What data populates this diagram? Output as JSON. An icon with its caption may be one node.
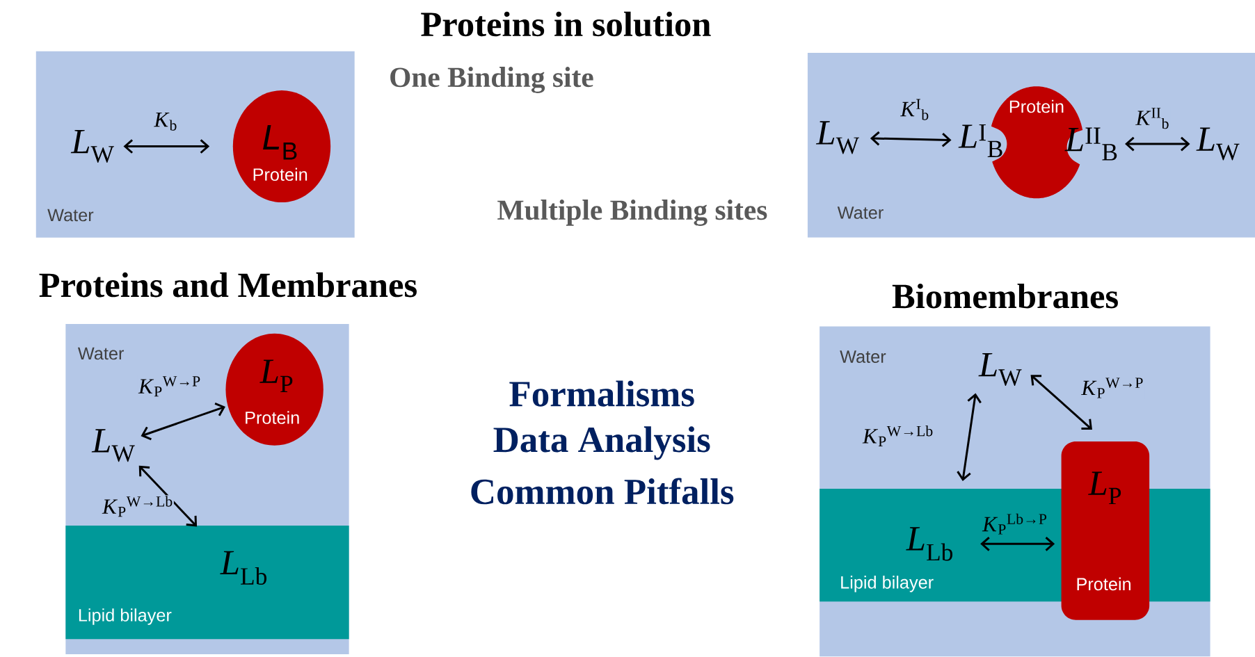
{
  "diagram": {
    "title": "Proteins in solution",
    "nodes": [
      {
        "text": [
          "Water"
        ]
      },
      {
        "text": [
          "*L*$_{W}$"
        ],
        "in": 0
      },
      {
        "text": [
          "*L*$_{B}$",
          "Protein"
        ],
        "in": 0
      },
      {
        "text": [
          "Water"
        ]
      },
      {
        "text": [
          "*L*$_{W}$"
        ],
        "in": 3
      },
      {
        "text": [
          "Protein"
        ],
        "in": 3
      },
      {
        "text": [
          "*L*$^{I}$$_{B}$"
        ],
        "in": 3
      },
      {
        "text": [
          "*L*$^{II}$$_{B}$"
        ],
        "in": 3
      },
      {
        "text": [
          "*L*$_{W}$"
        ],
        "in": 3
      },
      {
        "text": [
          "Water"
        ]
      },
      {
        "text": [
          "Lipid bilayer"
        ],
        "in": 9
      },
      {
        "text": [
          "*L*$_{W}$"
        ],
        "in": 9
      },
      {
        "text": [
          "*L*$_{P}$",
          "Protein"
        ],
        "in": 9
      },
      {
        "text": [
          "*L*$_{Lb}$"
        ],
        "in": 10
      },
      {
        "text": [
          "Water"
        ]
      },
      {
        "text": [
          "Lipid bilayer"
        ],
        "in": 14
      },
      {
        "text": [
          "*L*$_{W}$"
        ],
        "in": 14
      },
      {
        "text": [
          "*L*$_{P}$",
          "Protein"
        ],
        "in": 14
      },
      {
        "text": [
          "*L*$_{Lb}$"
        ],
        "in": 15
      }
    ],
    "edges": [
      {
        "from": 1,
        "to": 2,
        "arrow": "both",
        "label": "*K*$_{b}$"
      },
      {
        "from": 4,
        "to": 6,
        "arrow": "both",
        "label": "*K*$^{I}$$_{b}$"
      },
      {
        "from": 7,
        "to": 8,
        "arrow": "both",
        "label": "*K*$^{II}$$_{b}$"
      },
      {
        "from": 11,
        "to": 12,
        "arrow": "both",
        "label": "*K*$_{P}$$^{W→P}$"
      },
      {
        "from": 11,
        "to": 13,
        "arrow": "both",
        "label": "*K*$_{P}$$^{W→Lb}$"
      },
      {
        "from": 16,
        "to": 18,
        "arrow": "both",
        "label": "*K*$_{P}$$^{W→Lb}$"
      },
      {
        "from": 16,
        "to": 17,
        "arrow": "both",
        "label": "*K*$_{P}$$^{W→P}$"
      },
      {
        "from": 18,
        "to": 17,
        "arrow": "both",
        "label": "*K*$_{P}$$^{Lb→P}$"
      }
    ],
    "labels": [
      "One Binding site",
      "Multiple Binding sites",
      "Proteins and Membranes",
      "Biomembranes",
      "Formalisms",
      "Data Analysis",
      "Common Pitfalls"
    ]
  }
}
